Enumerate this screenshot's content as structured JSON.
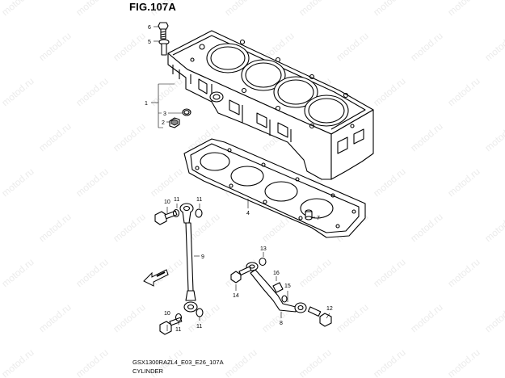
{
  "figure": {
    "title": "FIG.107A",
    "model_code": "GSX1300RAZL4_E03_E26_107A",
    "name": "CYLINDER"
  },
  "watermark": {
    "text": "motod.ru",
    "color": "#b9b9b9"
  },
  "callouts": [
    {
      "id": "c1",
      "label": "1"
    },
    {
      "id": "c2",
      "label": "2"
    },
    {
      "id": "c3",
      "label": "3"
    },
    {
      "id": "c4",
      "label": "4"
    },
    {
      "id": "c5",
      "label": "5"
    },
    {
      "id": "c6",
      "label": "6"
    },
    {
      "id": "c7",
      "label": "7"
    },
    {
      "id": "c8",
      "label": "8"
    },
    {
      "id": "c9",
      "label": "9"
    },
    {
      "id": "c10a",
      "label": "10"
    },
    {
      "id": "c10b",
      "label": "10"
    },
    {
      "id": "c11a",
      "label": "11"
    },
    {
      "id": "c11b",
      "label": "11"
    },
    {
      "id": "c11c",
      "label": "11"
    },
    {
      "id": "c11d",
      "label": "11"
    },
    {
      "id": "c12",
      "label": "12"
    },
    {
      "id": "c13",
      "label": "13"
    },
    {
      "id": "c14",
      "label": "14"
    },
    {
      "id": "c15",
      "label": "15"
    },
    {
      "id": "c16",
      "label": "16"
    }
  ]
}
